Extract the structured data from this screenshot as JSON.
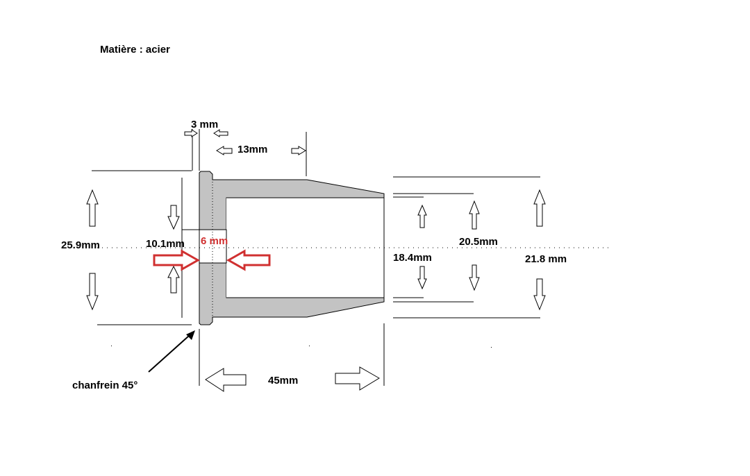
{
  "material": "Matière : acier",
  "dimensions": {
    "wall_thickness": "3 mm",
    "collar_length": "13mm",
    "outer_diameter_left": "25.9mm",
    "bore_height": "10.1mm",
    "hole_diameter": "6 mm",
    "outer_diameter_right": "21.8 mm",
    "inner_diameter": "18.4mm",
    "outer_diameter_mid": "20.5mm",
    "total_length": "45mm"
  },
  "chamfer": "chanfrein 45°",
  "colors": {
    "part_fill": "#c3c3c3",
    "outline": "#000000",
    "highlight": "#d03030"
  }
}
